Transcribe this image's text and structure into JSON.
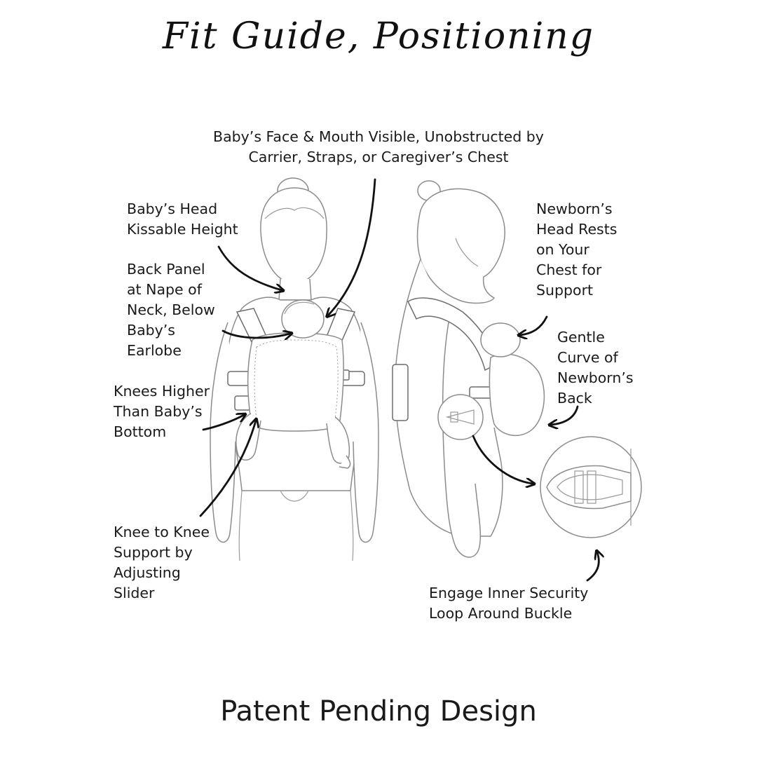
{
  "title": "Fit Guide, Positioning",
  "labels": {
    "face_visible": "Baby’s Face & Mouth Visible, Unobstructed by\nCarrier, Straps, or Caregiver’s Chest",
    "head_height": "Baby’s Head\nKissable Height",
    "back_panel": "Back Panel\nat Nape of\nNeck, Below\nBaby’s\nEarlobe",
    "knees_higher": "Knees Higher\nThan Baby’s\nBottom",
    "knee_to_knee": "Knee to Knee\nSupport by\nAdjusting\nSlider",
    "newborn_head": "Newborn’s\nHead Rests\non Your\nChest for\nSupport",
    "curve_back": "Gentle\nCurve of\nNewborn’s\nBack",
    "security_loop": "Engage Inner Security\nLoop Around Buckle"
  },
  "footer": "Patent Pending Design",
  "colors": {
    "outline": "#8c8c8c",
    "arrow": "#111111",
    "text": "#1a1a1a",
    "background": "#ffffff"
  }
}
